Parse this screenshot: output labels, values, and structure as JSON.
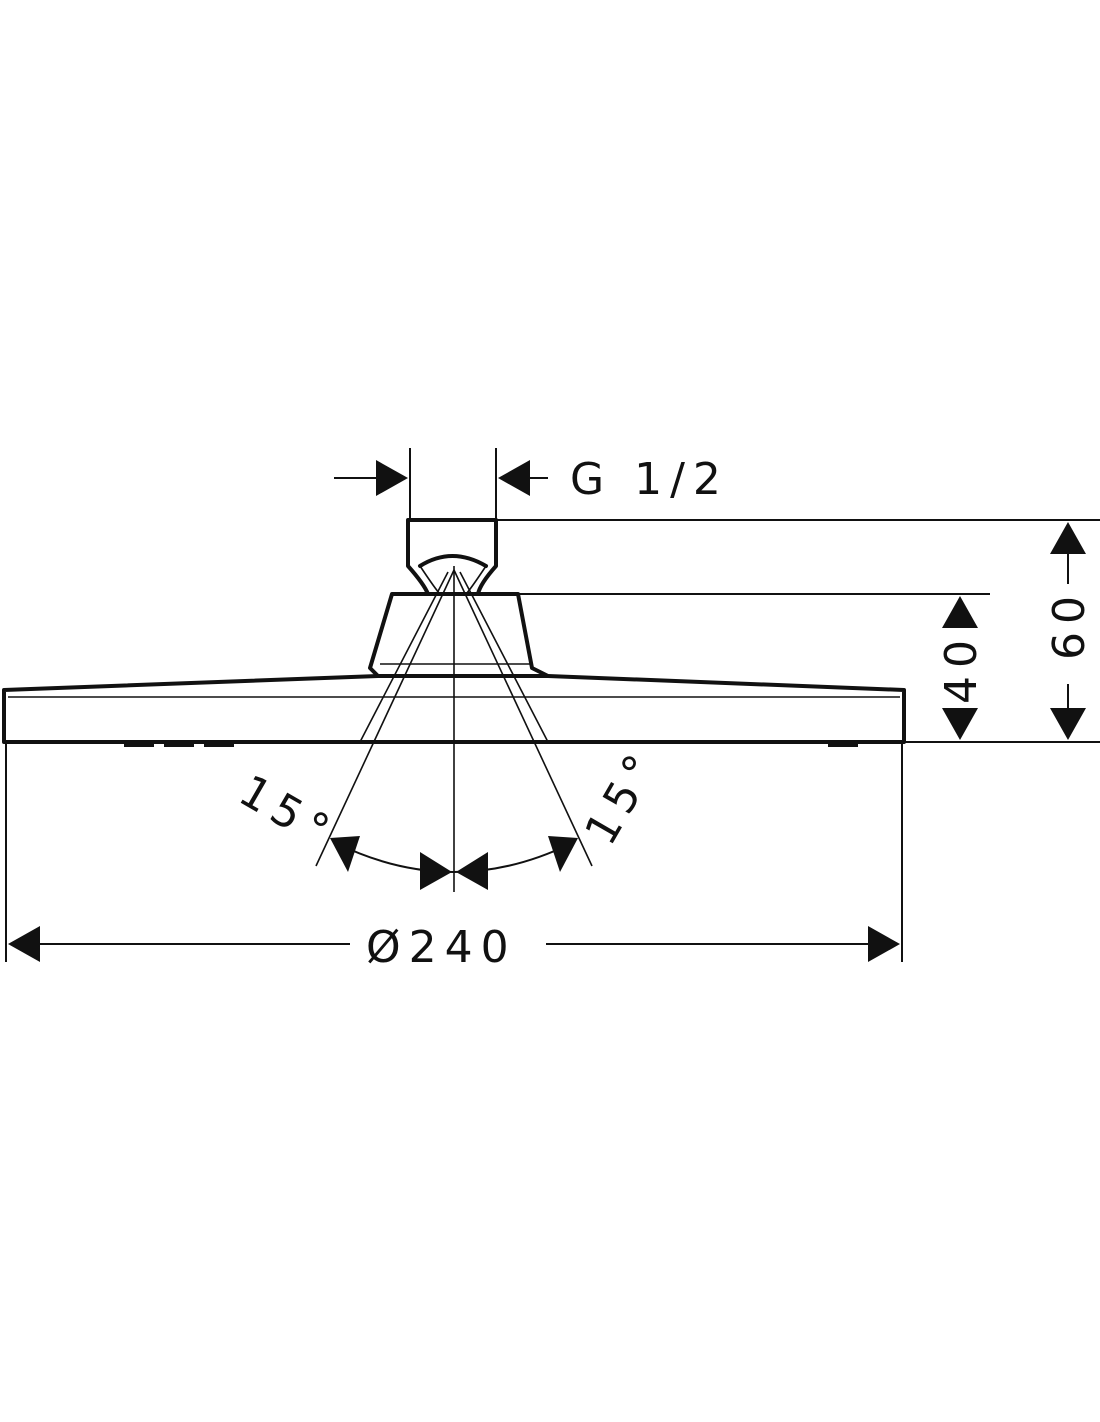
{
  "dimensions": {
    "thread": "G 1/2",
    "height_total": "60",
    "height_body": "40",
    "diameter": "Ø240",
    "angle_left": "15°",
    "angle_right": "15°"
  },
  "colors": {
    "line": "#111111",
    "background": "#ffffff"
  }
}
